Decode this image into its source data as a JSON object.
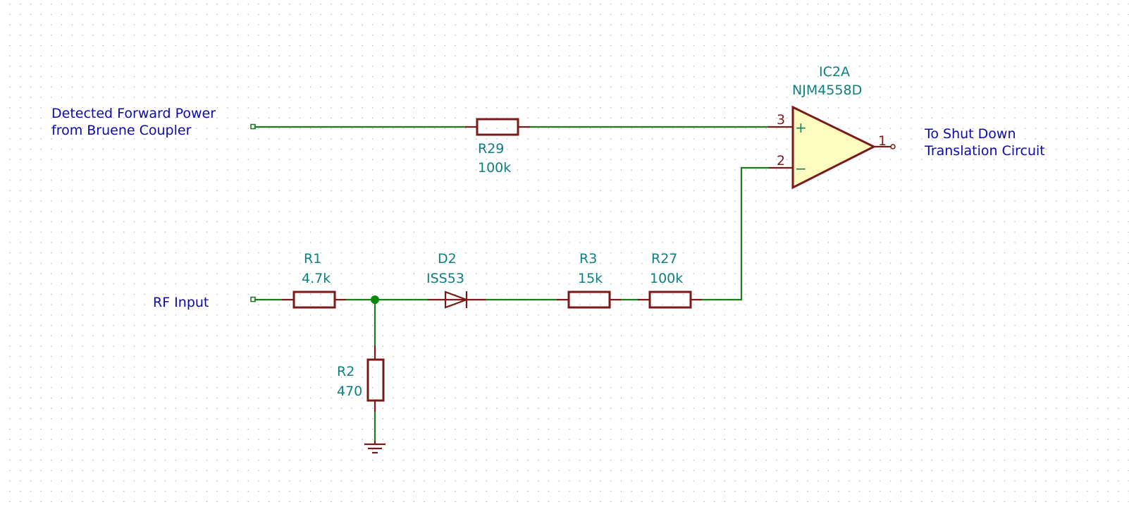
{
  "title": "RF power detection / shutdown schematic",
  "labels": {
    "fwd_power_line1": "Detected Forward Power",
    "fwd_power_line2": "from Bruene Coupler",
    "rf_input": "RF Input",
    "output_line1": "To Shut Down",
    "output_line2": "Translation Circuit"
  },
  "components": {
    "R29": {
      "ref": "R29",
      "value": "100k"
    },
    "R1": {
      "ref": "R1",
      "value": "4.7k"
    },
    "R2": {
      "ref": "R2",
      "value": "470"
    },
    "D2": {
      "ref": "D2",
      "value": "ISS53"
    },
    "R3": {
      "ref": "R3",
      "value": "15k"
    },
    "R27": {
      "ref": "R27",
      "value": "100k"
    },
    "IC2A": {
      "ref": "IC2A",
      "value": "NJM4558D"
    }
  },
  "opamp_pins": {
    "noninv_num": "3",
    "inv_num": "2",
    "out_num": "1",
    "noninv_sym": "+",
    "inv_sym": "−"
  },
  "colors": {
    "wire": "#1e7a1e",
    "component": "#7a1a1a",
    "reference_text": "#0f7f7f",
    "label_text": "#0a0ab0",
    "opamp_fill": "#fffcc0"
  }
}
